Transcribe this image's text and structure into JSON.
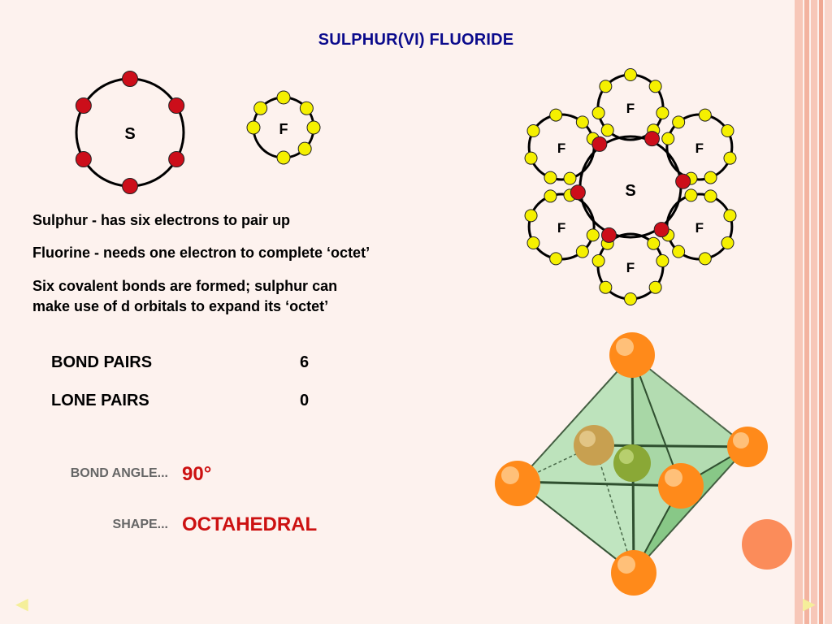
{
  "slide": {
    "title": "SULPHUR(VI) FLUORIDE",
    "sulphur_atom_label": "S",
    "fluorine_atom_label": "F",
    "molecule_center_label": "S",
    "molecule_outer_label": "F",
    "descriptions": [
      "Sulphur - has six electrons to pair up",
      "Fluorine - needs one electron to complete ‘octet’",
      "Six covalent bonds are formed; sulphur can",
      "make use of d orbitals to expand its ‘octet’"
    ],
    "pairs": [
      {
        "label": "BOND PAIRS",
        "value": "6"
      },
      {
        "label": "LONE PAIRS",
        "value": "0"
      }
    ],
    "bond_angle": {
      "label": "BOND ANGLE...",
      "value": "90°"
    },
    "shape": {
      "label": "SHAPE...",
      "value": "OCTAHEDRAL"
    },
    "nav": {
      "prev": "◄",
      "next": "►"
    }
  },
  "colors": {
    "title": "#0b0b8c",
    "sulphur_electron": "#cc0e1a",
    "fluorine_electron": "#f5f000",
    "highlight_value": "#cc1111",
    "muted_label": "#666666",
    "octahedron_face": "#8fd08f",
    "outer_ball": "#ff8a1a",
    "center_ball": "#8aa836"
  }
}
